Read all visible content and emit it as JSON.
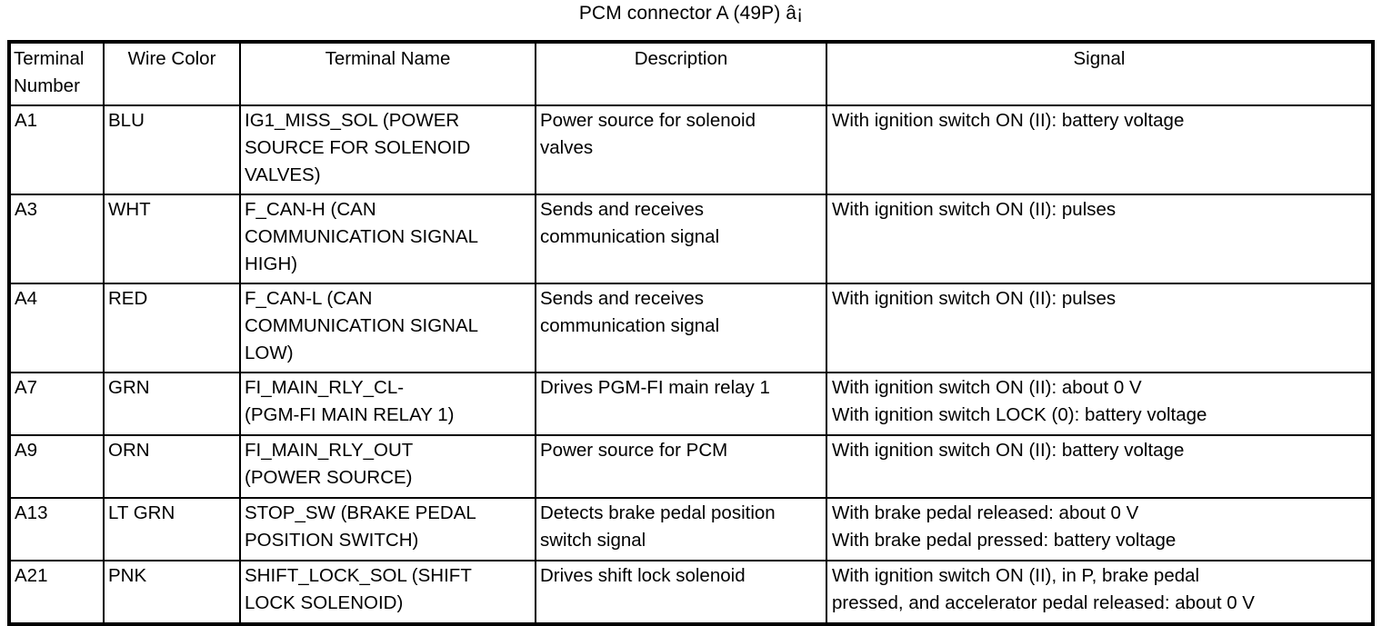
{
  "document": {
    "title": "PCM connector A (49P) â¡"
  },
  "table": {
    "headers": {
      "terminal_number": "Terminal\nNumber",
      "wire_color": "Wire Color",
      "terminal_name": "Terminal Name",
      "description": "Description",
      "signal": "Signal"
    },
    "rows": [
      {
        "terminal_number": "A1",
        "wire_color": "BLU",
        "terminal_name": "IG1_MISS_SOL (POWER\nSOURCE FOR SOLENOID\nVALVES)",
        "description": "Power source for solenoid\nvalves",
        "signal": "With ignition switch ON (II): battery voltage",
        "lines": 3
      },
      {
        "terminal_number": "A3",
        "wire_color": "WHT",
        "terminal_name": "F_CAN-H (CAN\nCOMMUNICATION SIGNAL\nHIGH)",
        "description": "Sends and receives\ncommunication signal",
        "signal": "With ignition switch ON (II): pulses",
        "lines": 3
      },
      {
        "terminal_number": "A4",
        "wire_color": "RED",
        "terminal_name": "F_CAN-L (CAN\nCOMMUNICATION SIGNAL\nLOW)",
        "description": "Sends and receives\ncommunication signal",
        "signal": "With ignition switch ON (II): pulses",
        "lines": 3
      },
      {
        "terminal_number": "A7",
        "wire_color": "GRN",
        "terminal_name": "FI_MAIN_RLY_CL-\n(PGM-FI MAIN RELAY 1)",
        "description": "Drives PGM-FI main relay 1",
        "signal": "With ignition switch ON (II): about 0 V\nWith ignition switch LOCK (0): battery voltage",
        "lines": 2
      },
      {
        "terminal_number": "A9",
        "wire_color": "ORN",
        "terminal_name": "FI_MAIN_RLY_OUT\n(POWER SOURCE)",
        "description": "Power source for PCM",
        "signal": "With ignition switch ON (II): battery voltage",
        "lines": 2
      },
      {
        "terminal_number": "A13",
        "wire_color": "LT GRN",
        "terminal_name": "STOP_SW (BRAKE PEDAL\nPOSITION SWITCH)",
        "description": "Detects brake pedal position\nswitch signal",
        "signal": "With brake pedal released: about 0 V\nWith brake pedal pressed: battery voltage",
        "lines": 2
      },
      {
        "terminal_number": "A21",
        "wire_color": "PNK",
        "terminal_name": "SHIFT_LOCK_SOL (SHIFT\nLOCK SOLENOID)",
        "description": "Drives shift lock solenoid",
        "signal": "With ignition switch ON (II), in P, brake pedal\npressed, and accelerator pedal released: about 0 V",
        "lines": 2
      }
    ]
  }
}
